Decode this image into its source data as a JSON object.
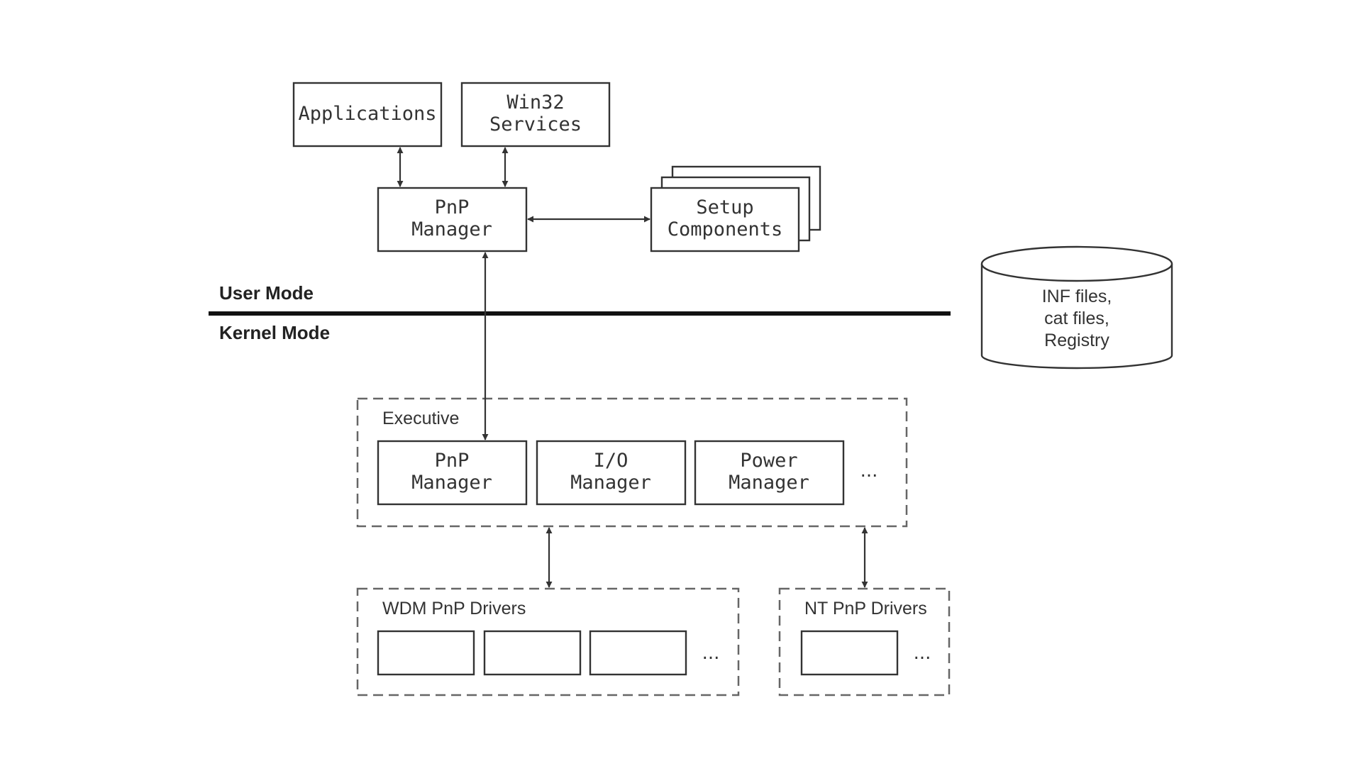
{
  "user_space": {
    "applications": "Applications",
    "win32_services": [
      "Win32",
      "Services"
    ],
    "pnp_manager": [
      "PnP",
      "Manager"
    ],
    "setup_components": [
      "Setup",
      "Components"
    ]
  },
  "modes": {
    "user": "User Mode",
    "kernel": "Kernel Mode"
  },
  "storage": [
    "INF files,",
    "cat files,",
    "Registry"
  ],
  "executive": {
    "label": "Executive",
    "pnp_manager": [
      "PnP",
      "Manager"
    ],
    "io_manager": [
      "I/O",
      "Manager"
    ],
    "power_manager": [
      "Power",
      "Manager"
    ],
    "more": "..."
  },
  "wdm_drivers": {
    "label": "WDM PnP Drivers",
    "more": "..."
  },
  "nt_drivers": {
    "label": "NT PnP Drivers",
    "more": "..."
  }
}
